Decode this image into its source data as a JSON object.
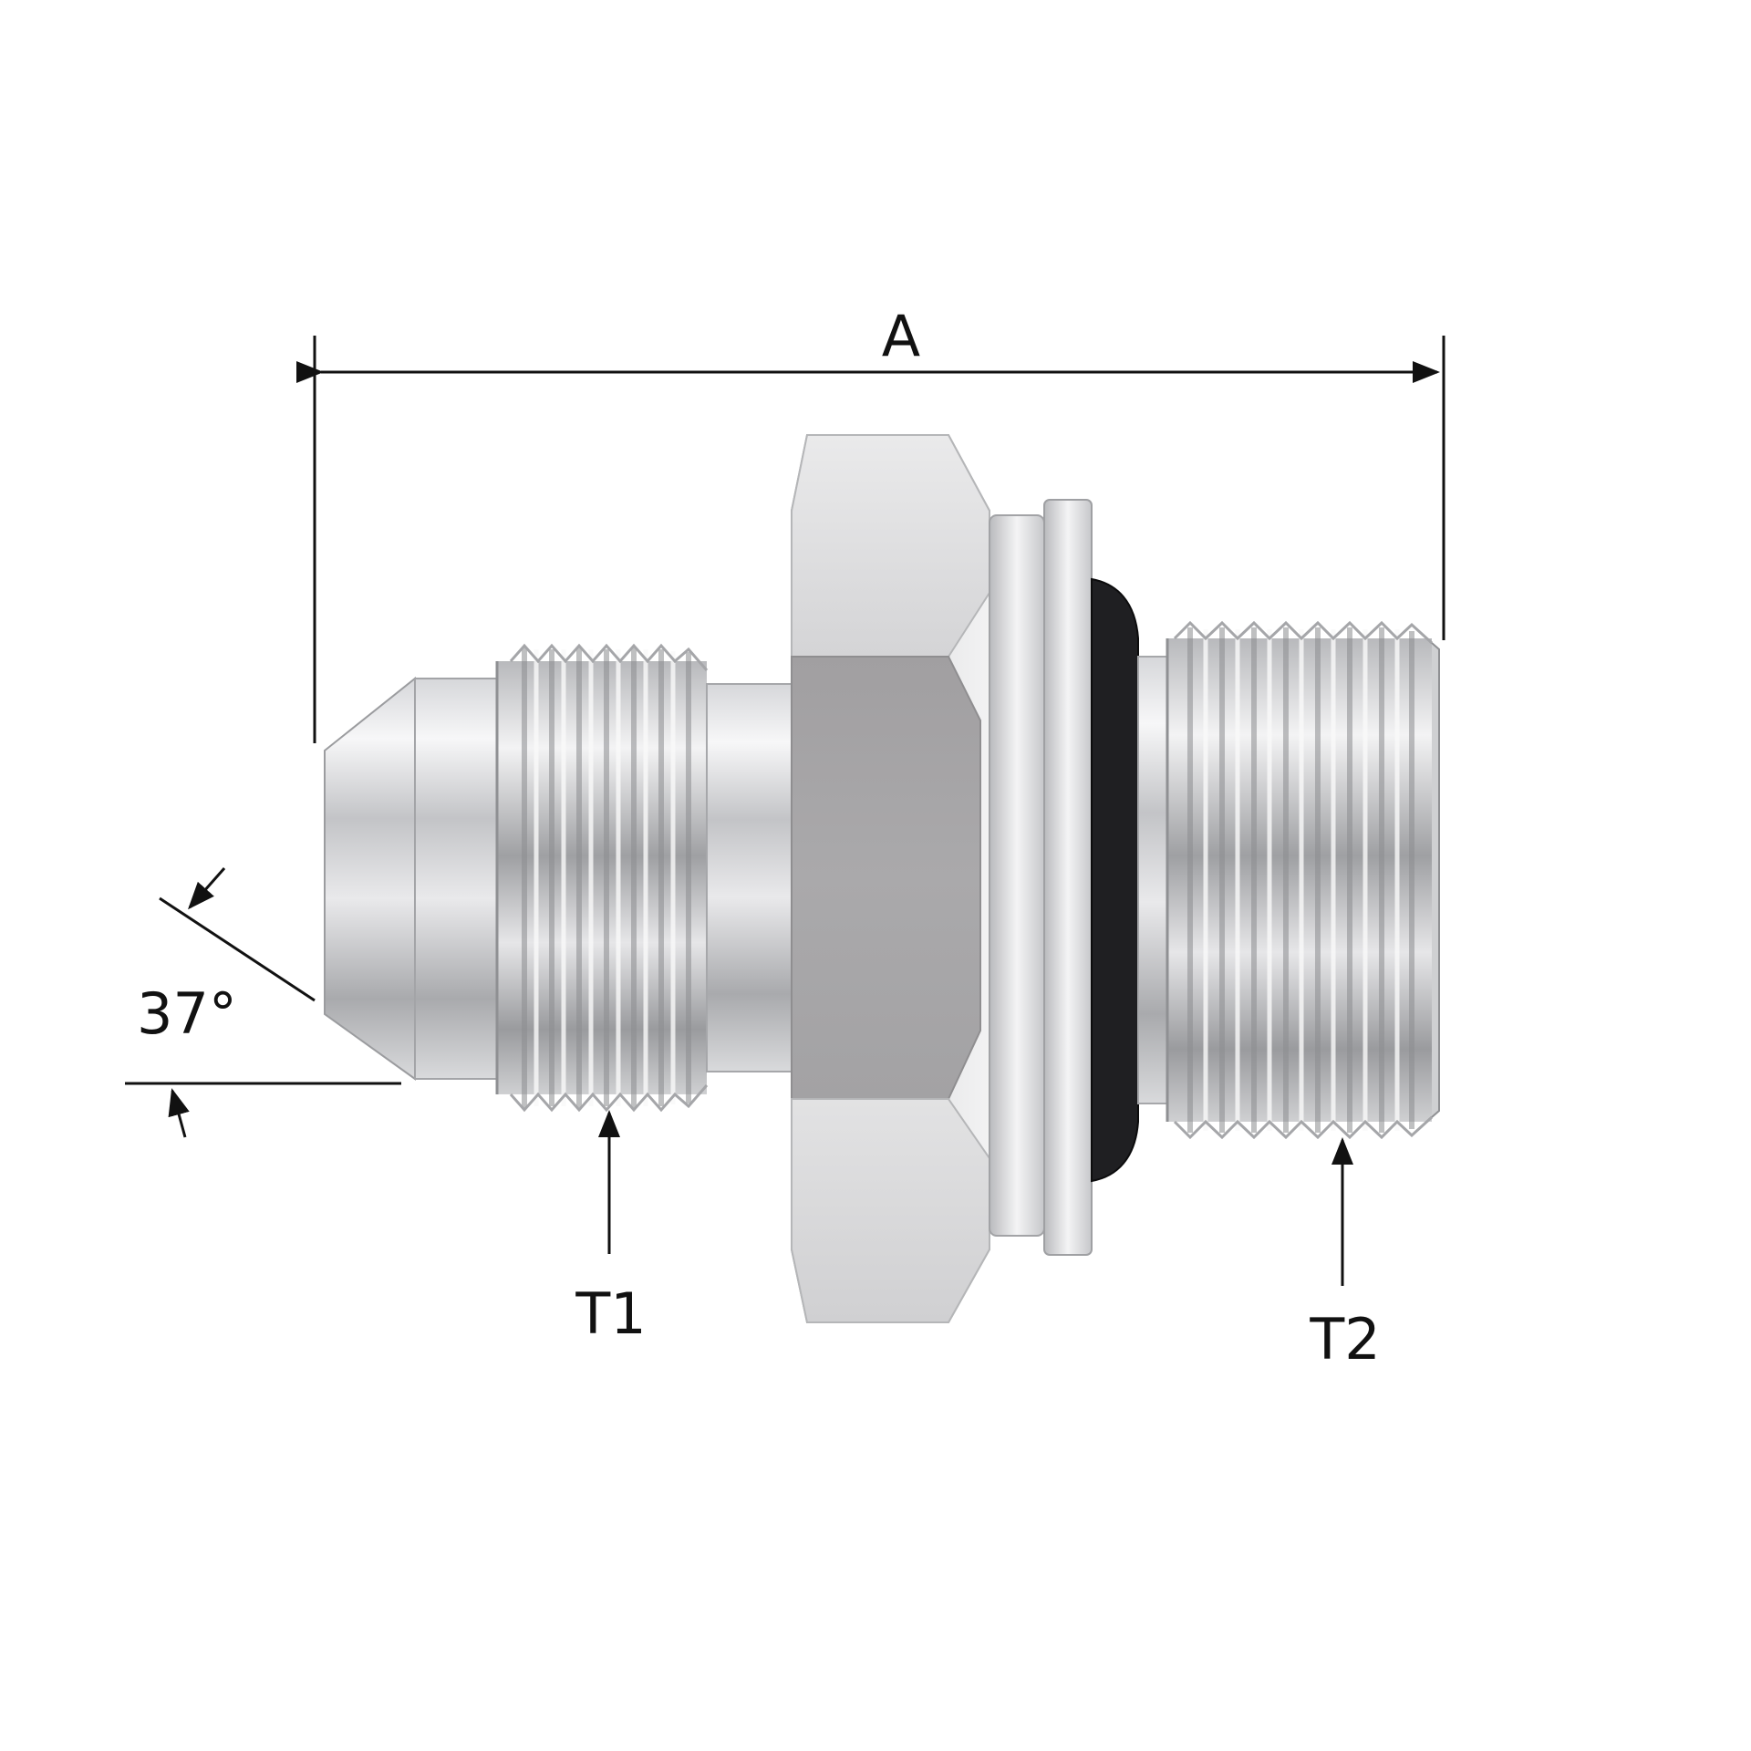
{
  "labels": {
    "overall_length": "A",
    "flare_angle": "37°",
    "thread_1": "T1",
    "thread_2": "T2"
  },
  "colors": {
    "background": "#ffffff",
    "line": "#111111",
    "steel_light": "#f4f4f5",
    "steel_mid": "#c9cacd",
    "steel_dark": "#8a8b8f",
    "hex_face": "#a7a6a8",
    "o_ring": "#1f1f22"
  }
}
